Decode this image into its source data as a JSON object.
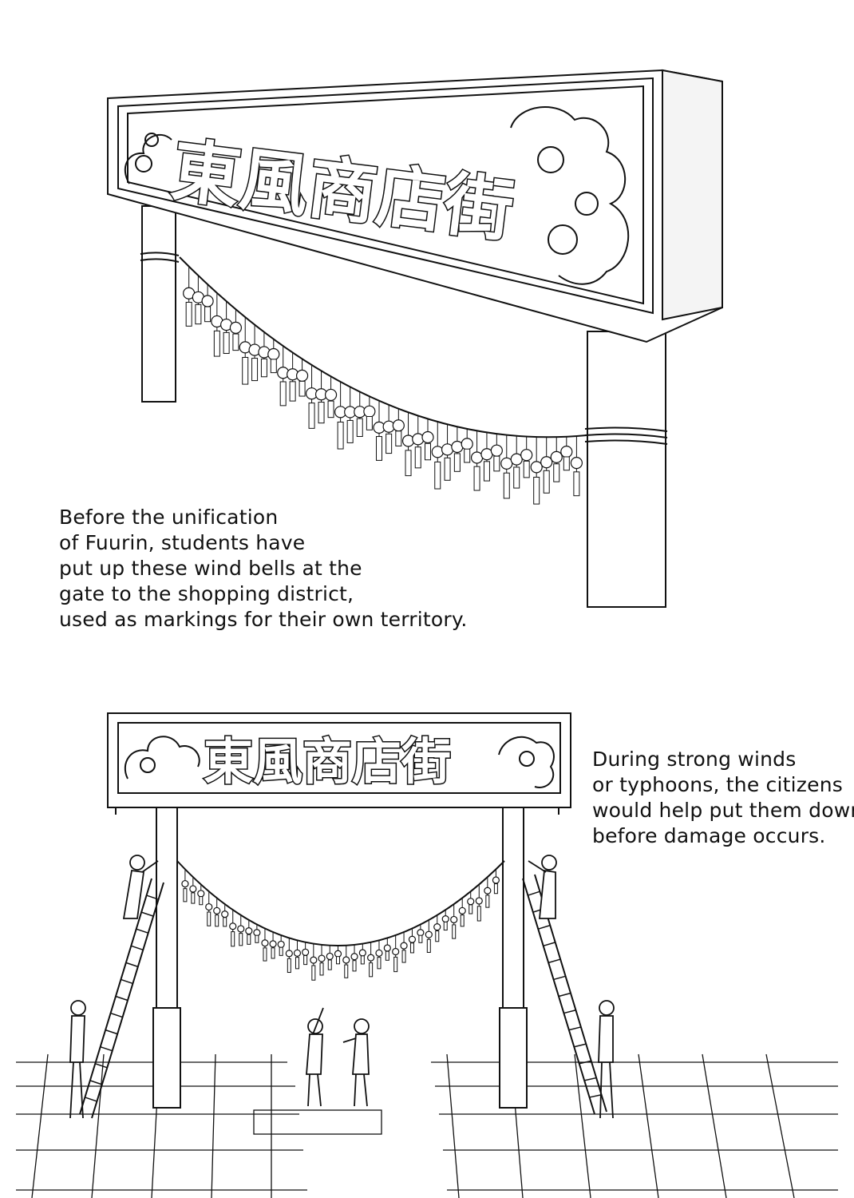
{
  "top_panel": {
    "sign_text": "東風商店街",
    "caption_lines": [
      "Before the unification",
      "of Fuurin, students have",
      "put up these wind bells at the",
      "gate to the shopping district,",
      "used as markings for their own territory."
    ]
  },
  "bottom_panel": {
    "sign_text": "東風商店街",
    "caption_lines": [
      "During strong winds",
      "or typhoons, the citizens",
      "would help put them down",
      "before damage occurs."
    ]
  },
  "colors": {
    "ink": "#111111",
    "paper": "#ffffff"
  }
}
